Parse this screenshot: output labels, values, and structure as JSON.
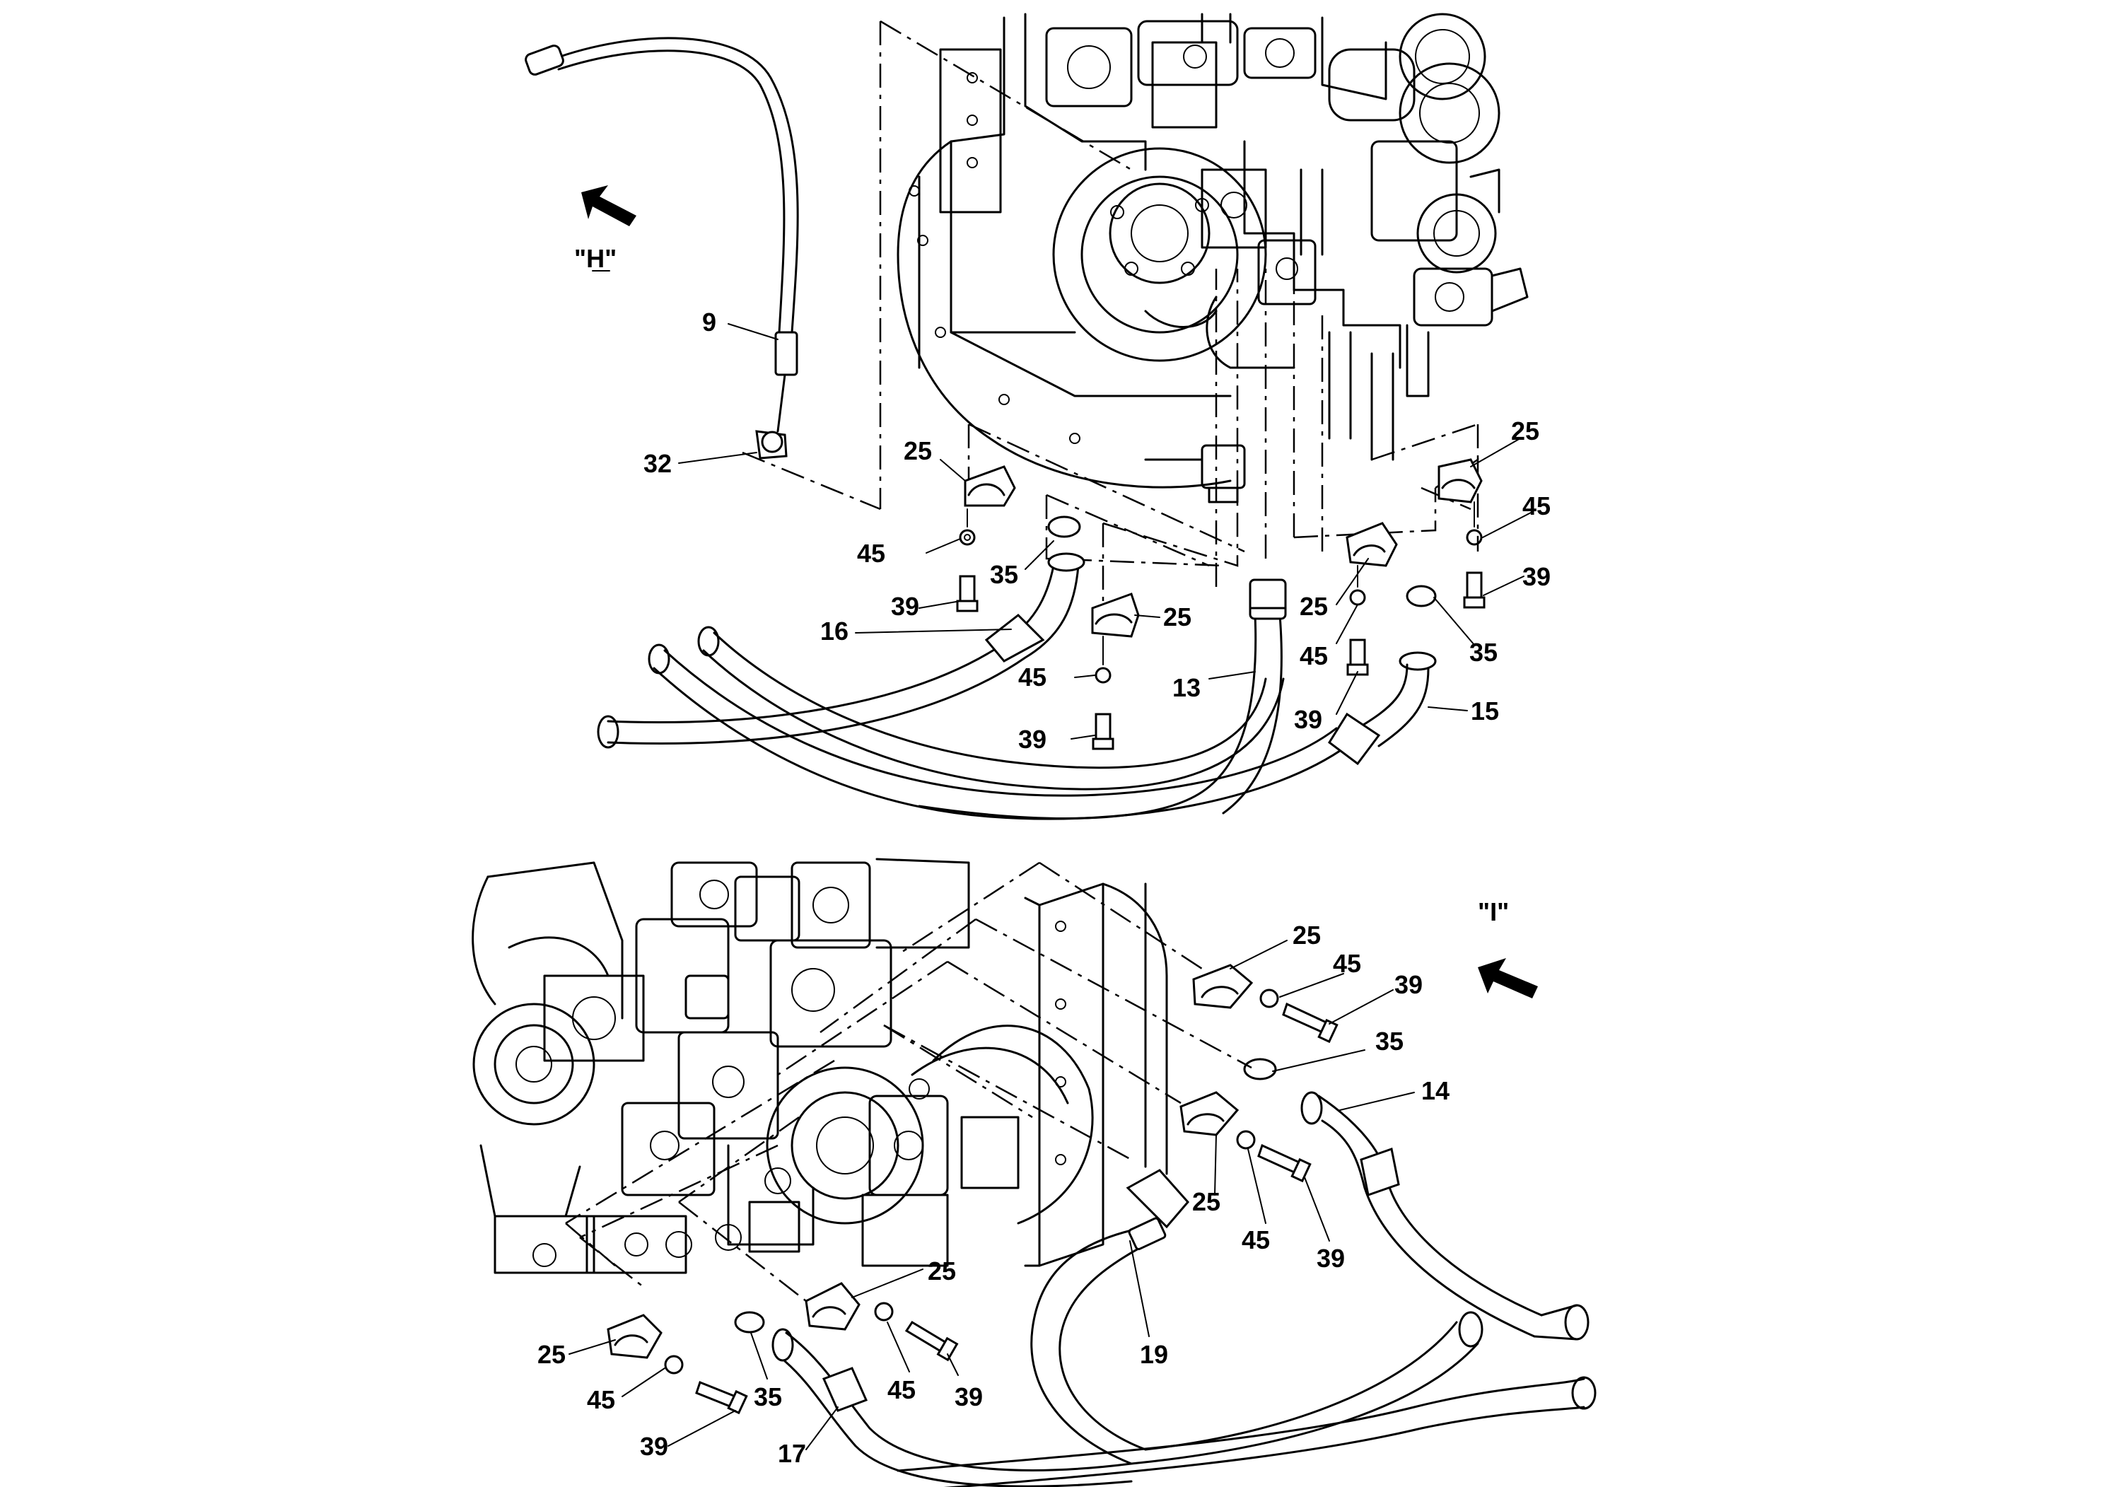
{
  "views": {
    "h_label": "\"H\"",
    "i_label": "\"I\""
  },
  "callouts": {
    "top": {
      "c9": "9",
      "c32": "32",
      "c25a": "25",
      "c45a": "45",
      "c35a": "35",
      "c39a": "39",
      "c16": "16",
      "c25b": "25",
      "c45b": "45",
      "c39b": "39",
      "c13": "13",
      "c25c": "25",
      "c45c": "45",
      "c39c": "39",
      "c25d": "25",
      "c45d": "45",
      "c39d": "39",
      "c35b": "35",
      "c15": "15"
    },
    "bottom": {
      "c25a": "25",
      "c45a": "45",
      "c39a": "39",
      "c35a": "35",
      "c14": "14",
      "c25b": "25",
      "c45b": "45",
      "c39b": "39",
      "c19": "19",
      "c25c": "25",
      "c45c": "45",
      "c39c": "39",
      "c35b": "35",
      "c25d": "25",
      "c45d": "45",
      "c39d": "39",
      "c17": "17"
    }
  }
}
